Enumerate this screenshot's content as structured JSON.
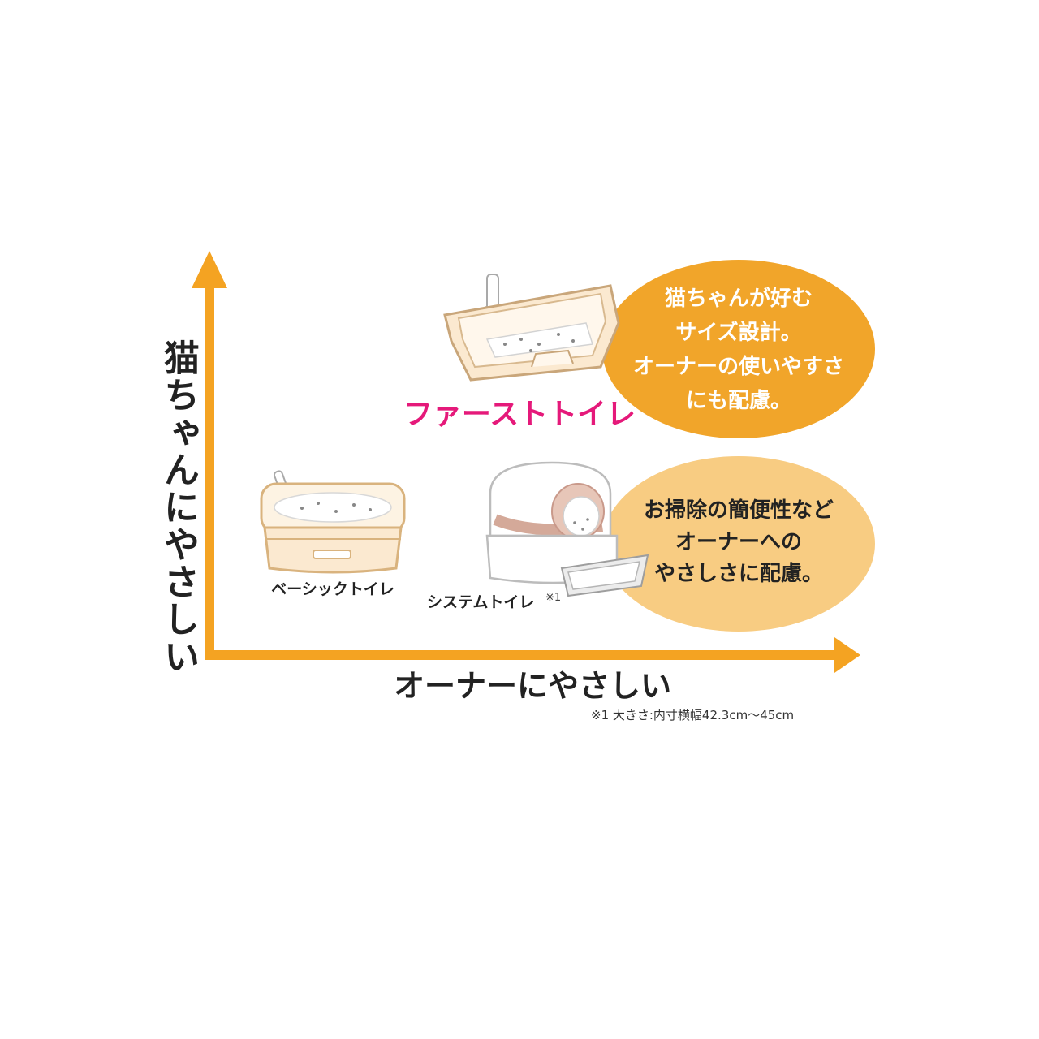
{
  "axes": {
    "y_label": "猫ちゃんにやさしい",
    "x_label": "オーナーにやさしい"
  },
  "products": {
    "first_toilet": {
      "name": "ファーストトイレ"
    },
    "basic_toilet": {
      "name": "ベーシックトイレ"
    },
    "system_toilet": {
      "name": "システムトイレ",
      "note_mark": "※1"
    }
  },
  "callouts": {
    "cat_friendly": {
      "lines": [
        "猫ちゃんが好む",
        "サイズ設計。",
        "オーナーの使いやすさ",
        "にも配慮。"
      ]
    },
    "owner_friendly": {
      "lines": [
        "お掃除の簡便性など",
        "オーナーへの",
        "やさしさに配慮。"
      ]
    }
  },
  "footnote": "※1 大きさ:内寸横幅42.3cm〜45cm",
  "colors": {
    "axis": "#f4a322",
    "callout_dark": "#f1a52a",
    "callout_light": "#f8cc82",
    "highlight_text": "#e5197a",
    "text": "#222222",
    "white": "#ffffff"
  },
  "icons": {
    "first_toilet": "litter-box-with-scoop-icon",
    "basic_toilet": "basic-litter-tray-icon",
    "system_toilet": "hooded-litter-box-with-drawer-icon"
  }
}
